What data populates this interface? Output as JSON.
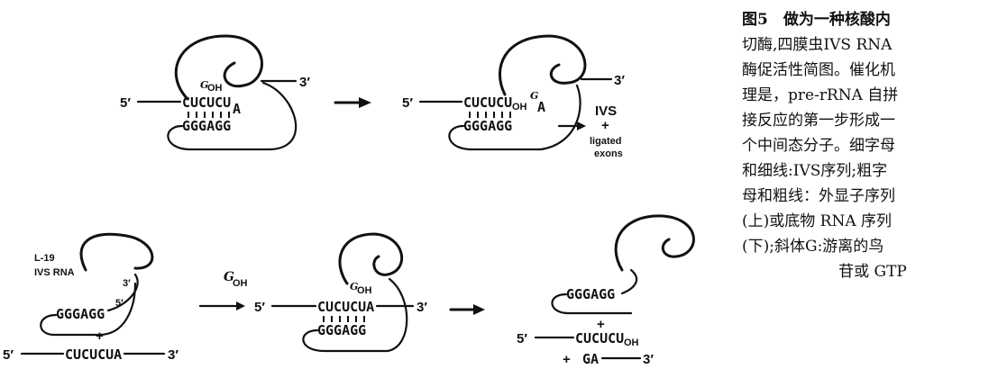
{
  "caption": {
    "lines": [
      "图5　做为一种核酸内",
      "切酶,四膜虫IVS RNA",
      "酶促活性简图。催化机",
      "理是，pre-rRNA 自拼",
      "接反应的第一步形成一",
      "个中间态分子。细字母",
      "和细线:IVS序列;粗字",
      "母和粗线：外显子序列",
      "(上)或底物 RNA 序列",
      "(下);斜体G:游离的鸟",
      "苷或 GTP"
    ]
  },
  "diagram": {
    "five_prime": "5′",
    "three_prime": "3′",
    "cucucua": "CUCUCUA",
    "cucucu_oh": "CUCUCU",
    "oh": "OH",
    "g_oh": "G",
    "a_end": "A",
    "gga": "GGGAGG",
    "ivs": "IVS",
    "plus": "+",
    "ligated": "ligated",
    "exons": "exons",
    "l19": "L-19",
    "ivs_rna": "IVS RNA",
    "ga": "GA",
    "plus_ga": "+"
  }
}
